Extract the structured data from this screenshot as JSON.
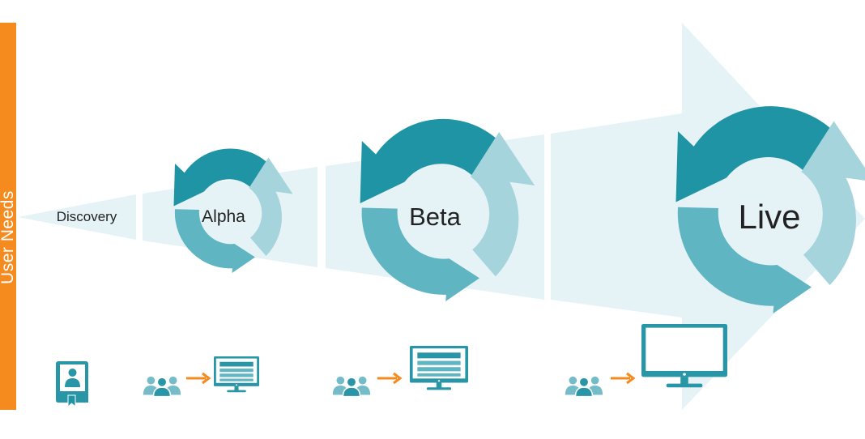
{
  "sidebar": {
    "label": "User Needs"
  },
  "stages": {
    "discovery": {
      "label": "Discovery",
      "icon": "user-profile-book-icon"
    },
    "alpha": {
      "label": "Alpha",
      "icons": [
        "user-group-icon",
        "arrow-right-icon",
        "monitor-icon"
      ]
    },
    "beta": {
      "label": "Beta",
      "icons": [
        "user-group-icon",
        "arrow-right-icon",
        "monitor-icon"
      ]
    },
    "live": {
      "label": "Live",
      "icons": [
        "user-group-icon",
        "arrow-right-icon",
        "monitor-icon"
      ]
    }
  },
  "colors": {
    "accent_orange": "#f58a1f",
    "arrow_fill": "#e5f3f7",
    "cycle_dark": "#1f94a4",
    "cycle_mid": "#5fb5c2",
    "cycle_light": "#a5d4dc",
    "icon_teal": "#2896a6",
    "icon_group": "#74bcc7"
  }
}
